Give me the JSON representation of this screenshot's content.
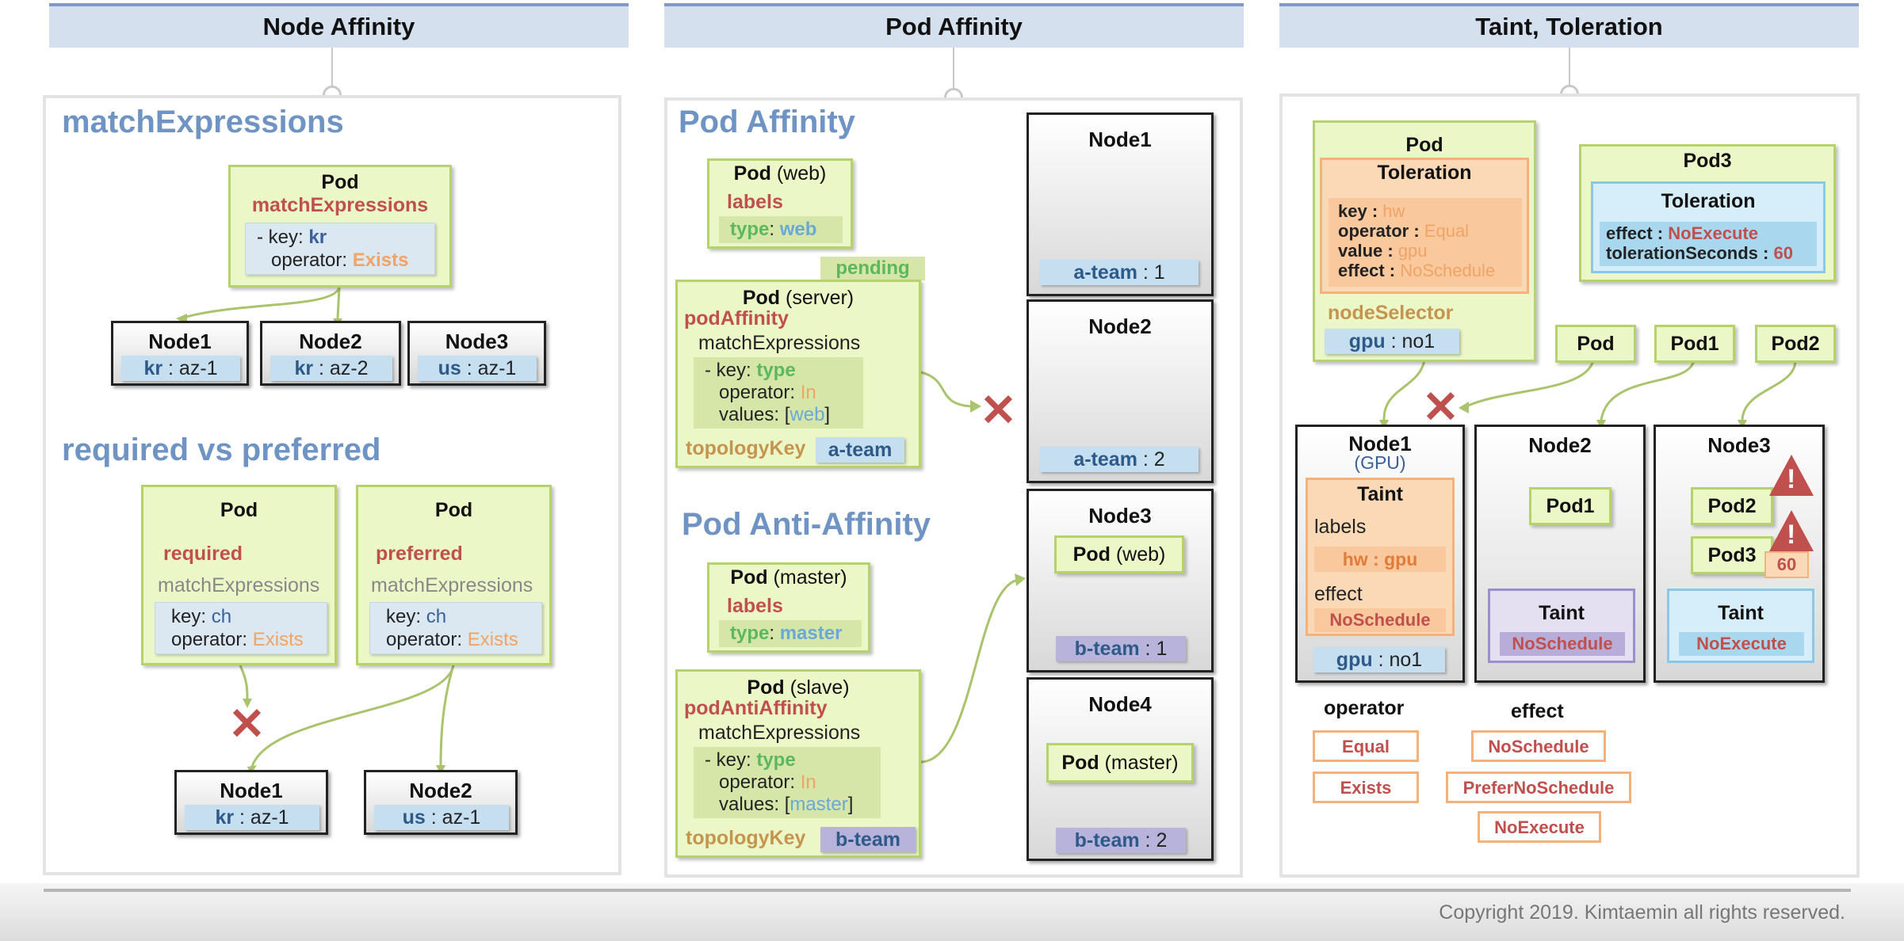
{
  "sections": {
    "node_affinity": "Node Affinity",
    "pod_affinity": "Pod Affinity",
    "taint": "Taint, Toleration"
  },
  "na": {
    "match_title": "matchExpressions",
    "pod_title": "Pod",
    "pod_sub": "matchExpressions",
    "expr_key_pre": "- key: ",
    "expr_key": "kr",
    "expr_op_pre": "operator: ",
    "expr_op": "Exists",
    "nodes": [
      {
        "name": "Node1",
        "k": "kr",
        "v": " : az-1"
      },
      {
        "name": "Node2",
        "k": "kr",
        "v": " : az-2"
      },
      {
        "name": "Node3",
        "k": "us",
        "v": " : az-1"
      }
    ],
    "rvp_title": "required vs preferred",
    "req": {
      "title": "Pod",
      "label": "required",
      "sub": "matchExpressions",
      "key_pre": "key: ",
      "key": "ch",
      "op_pre": "operator: ",
      "op": "Exists"
    },
    "pref": {
      "title": "Pod",
      "label": "preferred",
      "sub": "matchExpressions",
      "key_pre": "key: ",
      "key": "ch",
      "op_pre": "operator: ",
      "op": "Exists"
    },
    "bottom_nodes": [
      {
        "name": "Node1",
        "k": "kr",
        "v": " : az-1"
      },
      {
        "name": "Node2",
        "k": "us",
        "v": " : az-1"
      }
    ]
  },
  "pa": {
    "affinity_title": "Pod Affinity",
    "web_pod": {
      "title": "Pod",
      "paren": " (web)",
      "labels": "labels",
      "type_key": "type",
      "type_val": "web"
    },
    "pending": "pending",
    "server_pod": {
      "title": "Pod",
      "paren": " (server)",
      "label": "podAffinity",
      "sub": "matchExpressions",
      "key_pre": "- key: ",
      "key": "type",
      "op_pre": "operator: ",
      "op": "In",
      "val_pre": "values: [",
      "val": "web",
      "val_post": "]",
      "topo": "topologyKey",
      "topo_val": "a-team"
    },
    "anti_title": "Pod Anti-Affinity",
    "master_pod": {
      "title": "Pod",
      "paren": " (master)",
      "labels": "labels",
      "type_key": "type",
      "type_val": "master"
    },
    "slave_pod": {
      "title": "Pod",
      "paren": " (slave)",
      "label": "podAntiAffinity",
      "sub": "matchExpressions",
      "key_pre": "- key: ",
      "key": "type",
      "op_pre": "operator: ",
      "op": "In",
      "val_pre": "values: [",
      "val": "master",
      "val_post": "]",
      "topo": "topologyKey",
      "topo_val": "b-team"
    },
    "nodes": [
      {
        "name": "Node1",
        "team": "a-team",
        "num": " : 1"
      },
      {
        "name": "Node2",
        "team": "a-team",
        "num": " : 2"
      },
      {
        "name": "Node3",
        "team": "b-team",
        "num": " : 1",
        "pod": "Pod",
        "pod_paren": " (web)"
      },
      {
        "name": "Node4",
        "team": "b-team",
        "num": " : 2",
        "pod": "Pod",
        "pod_paren": " (master)"
      }
    ]
  },
  "tt": {
    "pod": {
      "title": "Pod",
      "toleration": "Toleration",
      "key_l": "key : ",
      "key_v": "hw",
      "op_l": "operator : ",
      "op_v": "Equal",
      "val_l": "value : ",
      "val_v": "gpu",
      "eff_l": "effect : ",
      "eff_v": "NoSchedule",
      "node_selector": "nodeSelector",
      "ns_k": "gpu",
      "ns_v": " : no1"
    },
    "pod3": {
      "title": "Pod3",
      "toleration": "Toleration",
      "eff_l": "effect : ",
      "eff_v": "NoExecute",
      "ts_l": "tolerationSeconds : ",
      "ts_v": "60"
    },
    "small_pods": [
      "Pod",
      "Pod1",
      "Pod2"
    ],
    "node1": {
      "name": "Node1",
      "sub": "(GPU)",
      "taint": "Taint",
      "labels": "labels",
      "label_val": "hw : gpu",
      "effect": "effect",
      "effect_val": "NoSchedule",
      "gpu_k": "gpu",
      "gpu_v": " : no1"
    },
    "node2": {
      "name": "Node2",
      "pod": "Pod1",
      "taint": "Taint",
      "effect_val": "NoSchedule"
    },
    "node3": {
      "name": "Node3",
      "pod2": "Pod2",
      "pod3": "Pod3",
      "badge": "60",
      "taint": "Taint",
      "effect_val": "NoExecute"
    },
    "operator_title": "operator",
    "operators": [
      "Equal",
      "Exists"
    ],
    "effect_title": "effect",
    "effects": [
      "NoSchedule",
      "PreferNoSchedule",
      "NoExecute"
    ]
  },
  "footer": {
    "copyright": "Copyright 2019. Kimtaemin all rights reserved."
  }
}
